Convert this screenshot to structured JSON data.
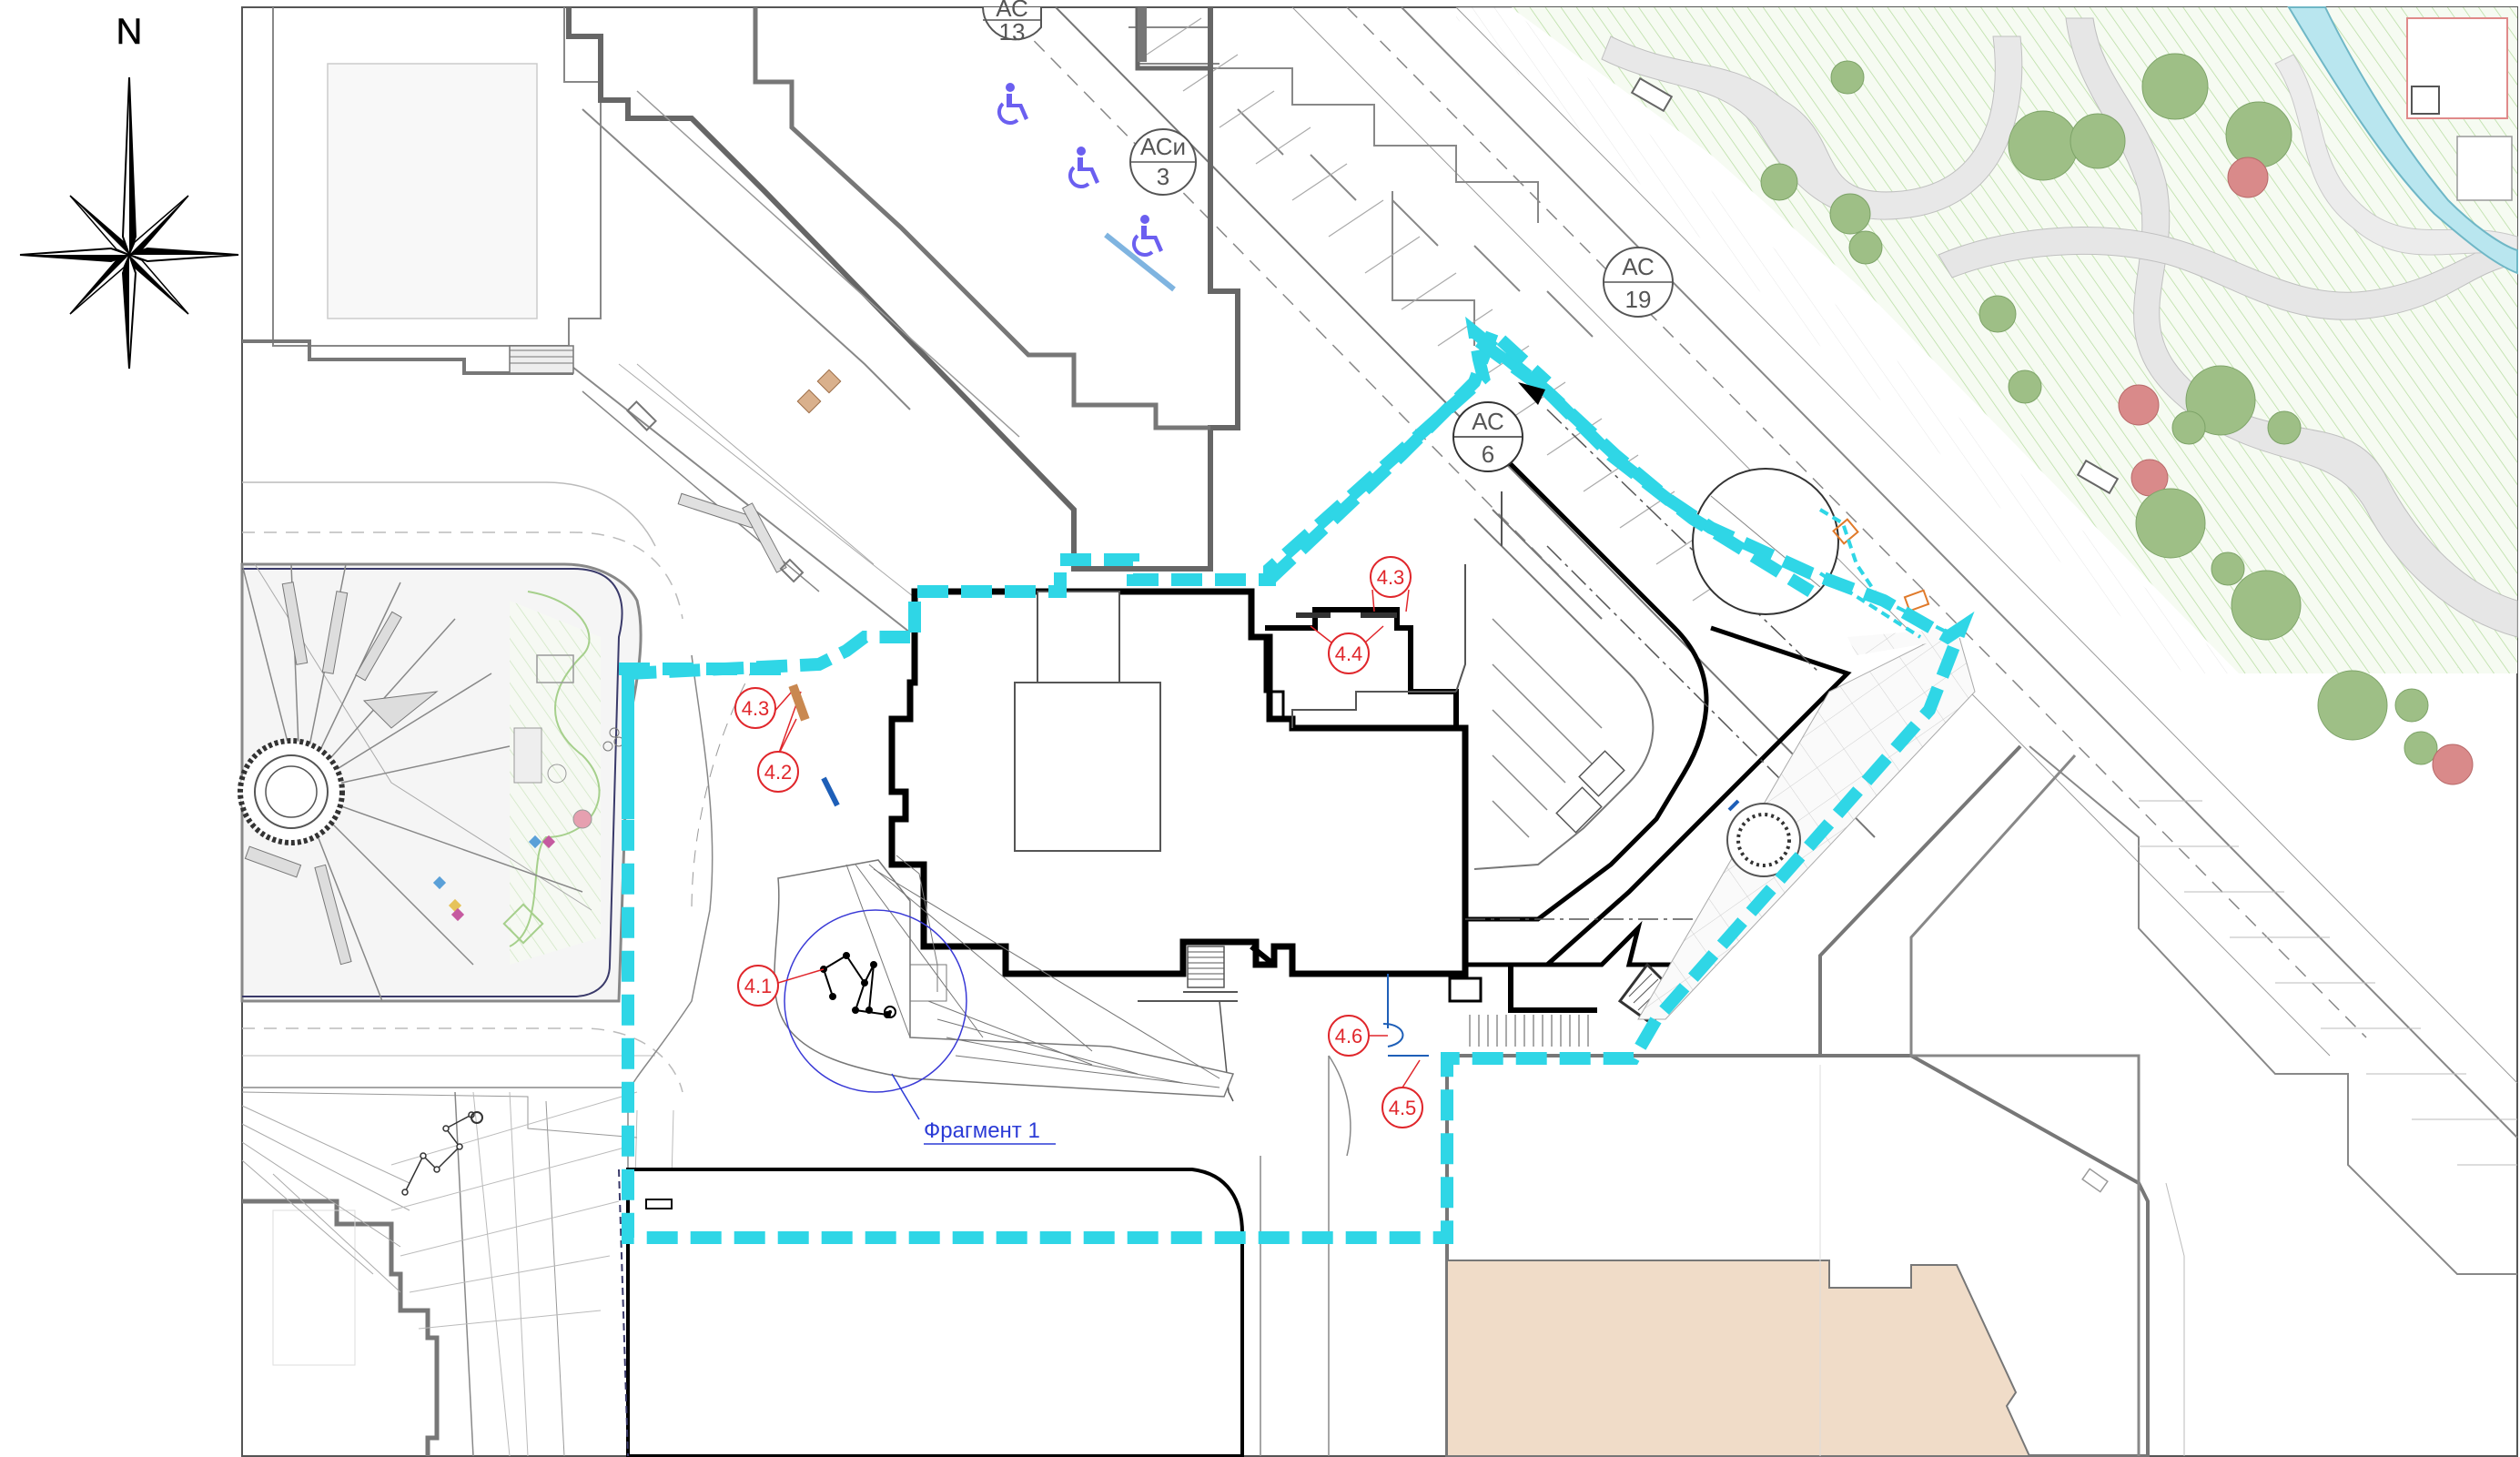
{
  "north_label": "N",
  "colors": {
    "boundary": "#2fd6e6",
    "callout": "#e0262b",
    "fragment": "#2b3bd6",
    "park_green": "#a9cf8f",
    "tree": "#9ebf86",
    "tree_red": "#d98a8a",
    "building_tan": "#f0dcc8",
    "building_gray": "#f7f7f7"
  },
  "fragment_label": "Фрагмент 1",
  "callouts": [
    {
      "id": "c-4-1",
      "text": "4.1"
    },
    {
      "id": "c-4-2",
      "text": "4.2"
    },
    {
      "id": "c-4-3a",
      "text": "4.3"
    },
    {
      "id": "c-4-3b",
      "text": "4.3"
    },
    {
      "id": "c-4-4",
      "text": "4.4"
    },
    {
      "id": "c-4-5",
      "text": "4.5"
    },
    {
      "id": "c-4-6",
      "text": "4.6"
    }
  ],
  "ac_markers": [
    {
      "id": "ac-13",
      "top": "АС",
      "bottom": "13"
    },
    {
      "id": "aci-3",
      "top": "АСи",
      "bottom": "3"
    },
    {
      "id": "ac-19",
      "top": "АС",
      "bottom": "19"
    },
    {
      "id": "ac-6",
      "top": "АС",
      "bottom": "6"
    }
  ],
  "icons": [
    "north-arrow-icon",
    "wheelchair-icon"
  ]
}
